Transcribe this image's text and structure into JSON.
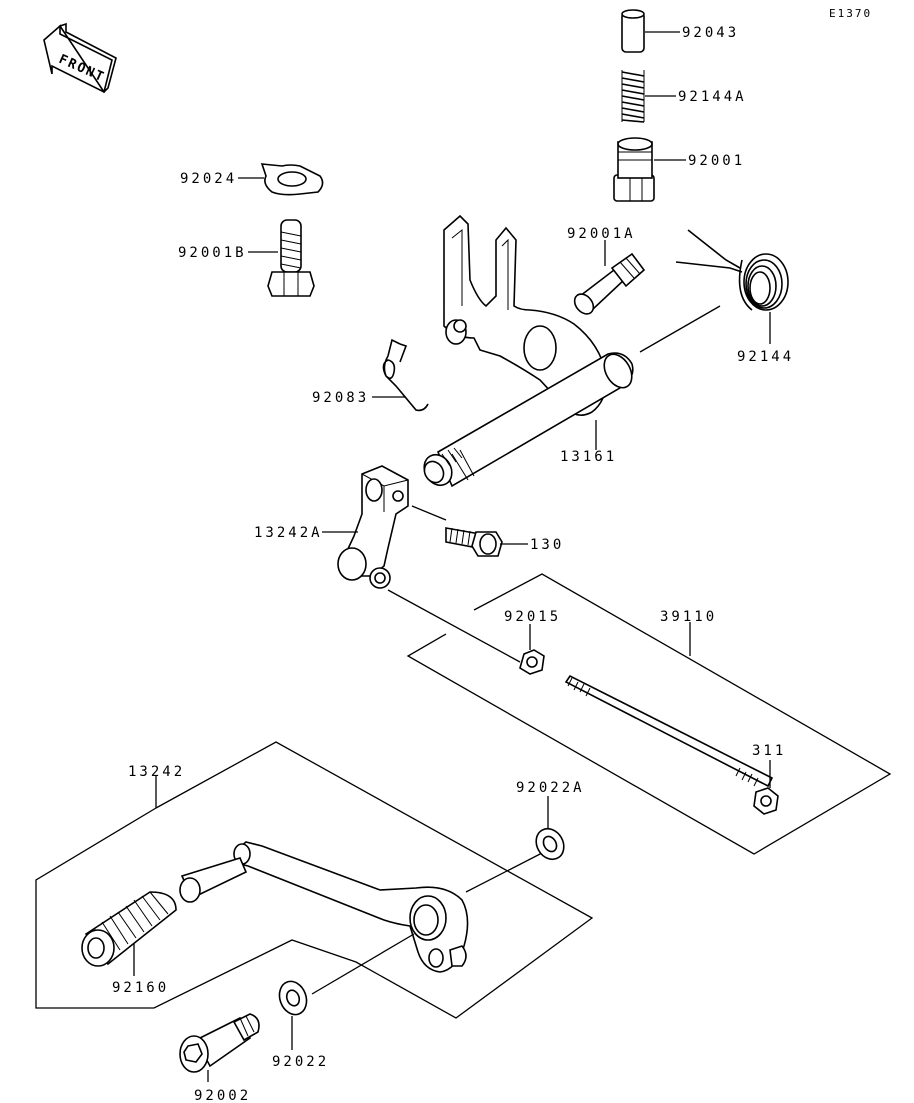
{
  "diagram": {
    "code": "E1370",
    "front_label": "FRONT",
    "labels": {
      "p92043": "92043",
      "p92144A": "92144A",
      "p92001": "92001",
      "p92024": "92024",
      "p92001B": "92001B",
      "p92001A": "92001A",
      "p92144": "92144",
      "p92083": "92083",
      "p13161": "13161",
      "p13242A": "13242A",
      "p130": "130",
      "p92015": "92015",
      "p39110": "39110",
      "p311": "311",
      "p13242": "13242",
      "p92022A": "92022A",
      "p92160": "92160",
      "p92022": "92022",
      "p92002": "92002"
    }
  }
}
